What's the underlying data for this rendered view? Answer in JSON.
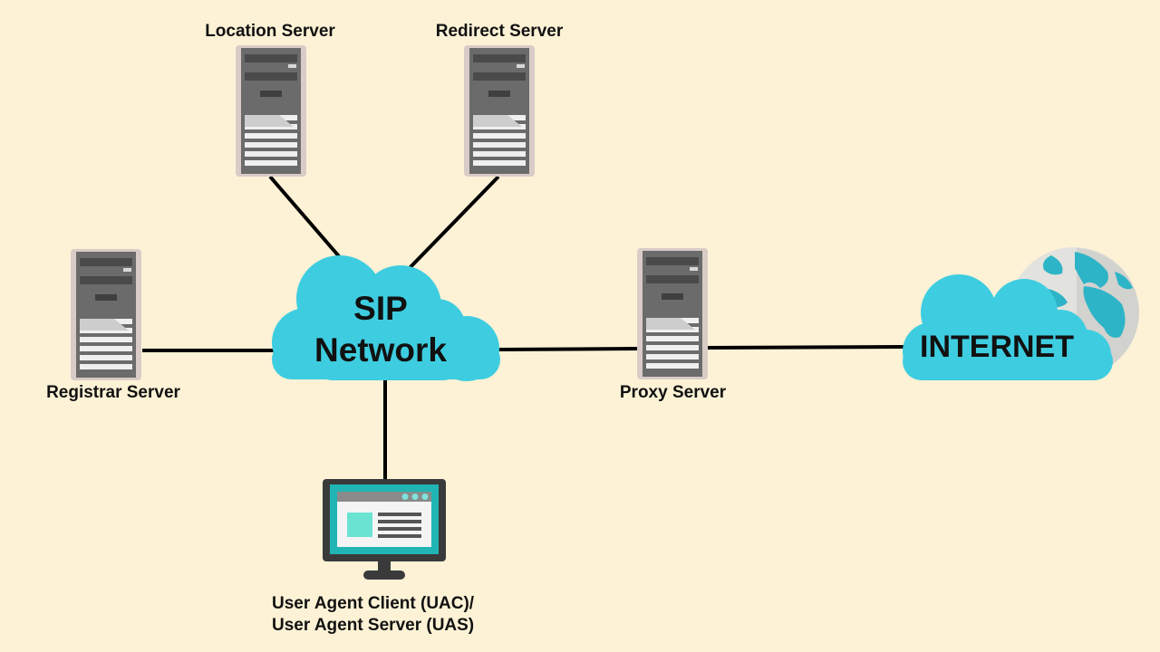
{
  "diagram": {
    "nodes": {
      "location_server": {
        "label": "Location Server"
      },
      "redirect_server": {
        "label": "Redirect Server"
      },
      "registrar_server": {
        "label": "Registrar Server"
      },
      "proxy_server": {
        "label": "Proxy Server"
      },
      "sip_network": {
        "line1": "SIP",
        "line2": "Network"
      },
      "internet": {
        "label": "INTERNET"
      },
      "user_agent": {
        "line1": "User Agent Client (UAC)/",
        "line2": "User Agent Server (UAS)"
      }
    },
    "edges": [
      {
        "from": "location_server",
        "to": "sip_network"
      },
      {
        "from": "redirect_server",
        "to": "sip_network"
      },
      {
        "from": "registrar_server",
        "to": "sip_network"
      },
      {
        "from": "sip_network",
        "to": "proxy_server"
      },
      {
        "from": "proxy_server",
        "to": "internet"
      },
      {
        "from": "sip_network",
        "to": "user_agent"
      }
    ],
    "colors": {
      "background": "#fdf2d6",
      "cloud": "#3ecde0",
      "server_body": "#6b6b6b",
      "server_frame": "#d9ccc7",
      "globe": "#e2e2de",
      "globe_land": "#2eb4c7",
      "monitor_screen": "#20b5b4"
    }
  }
}
